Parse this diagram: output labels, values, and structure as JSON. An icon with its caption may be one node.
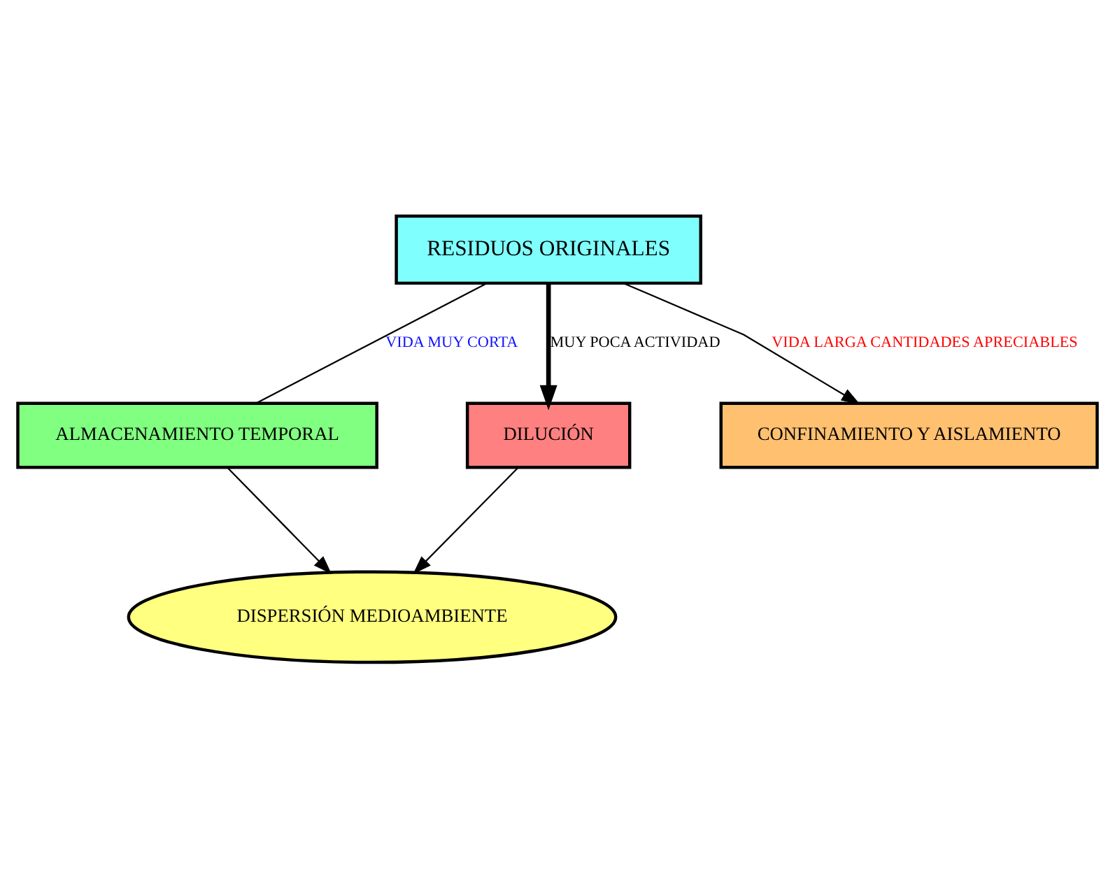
{
  "diagram": {
    "nodes": [
      {
        "text": [
          "RESIDUOS ORIGINALES"
        ]
      },
      {
        "text": [
          "ALMACENAMIENTO TEMPORAL"
        ]
      },
      {
        "text": [
          "DILUCIÓN"
        ]
      },
      {
        "text": [
          "DISPERSIÓN MEDIOAMBIENTE"
        ]
      },
      {
        "text": [
          "CONFINAMIENTO Y AISLAMIENTO"
        ]
      }
    ],
    "edges": [
      {
        "from": 0,
        "to": 1,
        "arrow": "none",
        "label": "VIDA MUY CORTA"
      },
      {
        "from": 0,
        "to": 2,
        "arrow": "to",
        "label": "MUY POCA ACTIVIDAD",
        "style": "thick"
      },
      {
        "from": 0,
        "to": 4,
        "arrow": "to",
        "label": "VIDA LARGA CANTIDADES APRECIABLES"
      },
      {
        "from": 1,
        "to": 3,
        "arrow": "to"
      },
      {
        "from": 2,
        "to": 3,
        "arrow": "to"
      }
    ]
  }
}
